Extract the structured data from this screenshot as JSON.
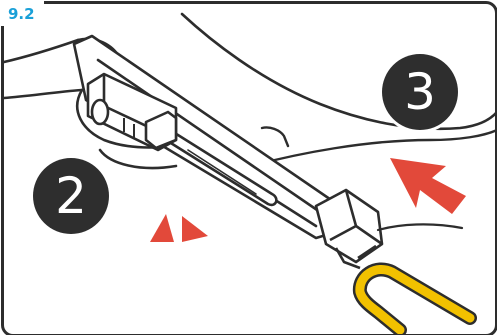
{
  "step_label": "9.2",
  "callouts": {
    "hand_step": "2",
    "push_step": "3"
  },
  "colors": {
    "outline": "#2d2d2d",
    "arrow": "#e2493a",
    "accent_blue": "#1aa0d8",
    "badge": "#2e2e2e",
    "yellow_part": "#f2c100"
  }
}
